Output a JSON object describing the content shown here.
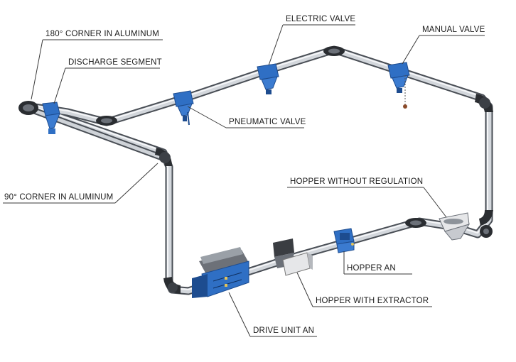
{
  "labels": {
    "corner_180": "180° CORNER IN ALUMINUM",
    "discharge_segment": "DISCHARGE SEGMENT",
    "electric_valve": "ELECTRIC  VALVE",
    "manual_valve": "MANUAL VALVE",
    "pneumatic_valve": "PNEUMATIC VALVE",
    "corner_90": "90° CORNER IN ALUMINUM",
    "hopper_without_regulation": "HOPPER WITHOUT REGULATION",
    "hopper_an": "HOPPER AN",
    "hopper_with_extractor": "HOPPER WITH EXTRACTOR",
    "drive_unit_an": "DRIVE UNIT AN"
  },
  "colors": {
    "pipe": "#c8cdd3",
    "pipe_edge": "#5a5f66",
    "corner": "#2a2d31",
    "component_blue": "#2f6fc4",
    "component_blue_dark": "#1d4c8f",
    "hopper_gray": "#d9dadc",
    "label_text": "#1a1a1a",
    "leader_line": "#3a3a3a"
  }
}
